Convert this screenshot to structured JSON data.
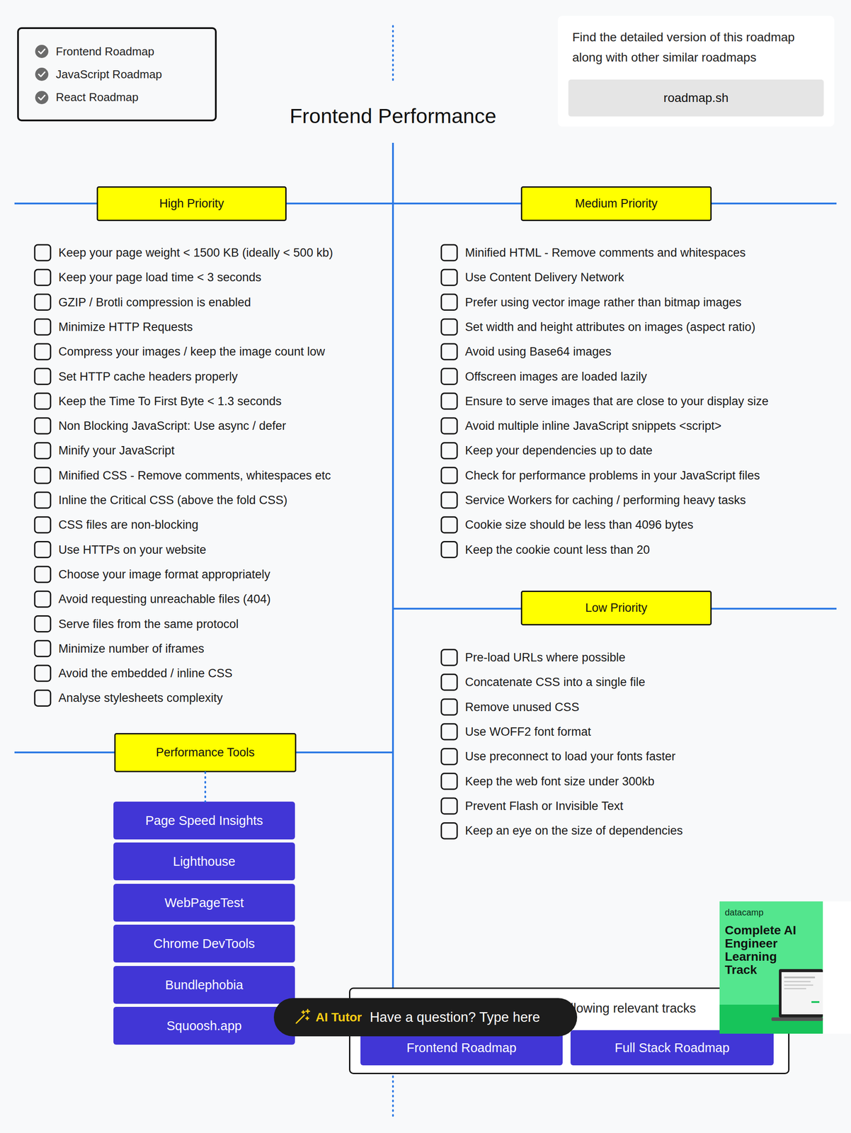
{
  "diagram": {
    "title": "Frontend Performance",
    "nodes": [
      {
        "text": [
          "Frontend Roadmap",
          "JavaScript Roadmap",
          "React Roadmap"
        ]
      },
      {
        "text": [
          "Find the detailed version of this roadmap along with other similar roadmaps"
        ]
      },
      {
        "text": [
          "roadmap.sh"
        ],
        "in": 1
      },
      {
        "text": [
          "High Priority"
        ]
      },
      {
        "text": [
          "Medium Priority"
        ]
      },
      {
        "text": [
          "Low Priority"
        ]
      },
      {
        "text": [
          "Performance Tools"
        ]
      },
      {
        "text": [
          "Page Speed Insights"
        ]
      },
      {
        "text": [
          "Lighthouse"
        ]
      },
      {
        "text": [
          "WebPageTest"
        ]
      },
      {
        "text": [
          "Chrome DevTools"
        ]
      },
      {
        "text": [
          "Bundlephobia"
        ]
      },
      {
        "text": [
          "Squoosh.app"
        ]
      },
      {
        "text": [
          "llowing relevant tracks"
        ]
      },
      {
        "text": [
          "Frontend Roadmap"
        ],
        "in": 13
      },
      {
        "text": [
          "Full Stack Roadmap"
        ],
        "in": 13
      },
      {
        "text": [
          "AI Tutor",
          "Have a question? Type here"
        ]
      },
      {
        "text": [
          "datacamp",
          "Complete AI Engineer Learning Track"
        ]
      }
    ],
    "edges": [
      {
        "from": 6,
        "to": 7,
        "arrow": "none"
      }
    ],
    "labels": [
      "Keep your page weight < 1500 KB (ideally < 500 kb)",
      "Keep your page load time < 3 seconds",
      "GZIP / Brotli compression is enabled",
      "Minimize HTTP Requests",
      "Compress your images / keep the image count low",
      "Set HTTP cache headers properly",
      "Keep the Time To First Byte < 1.3 seconds",
      "Non Blocking JavaScript: Use async / defer",
      "Minify your JavaScript",
      "Minified CSS - Remove comments, whitespaces etc",
      "Inline the Critical CSS (above the fold CSS)",
      "CSS files are non-blocking",
      "Use HTTPs on your website",
      "Choose your image format appropriately",
      "Avoid requesting unreachable files (404)",
      "Serve files from the same protocol",
      "Minimize number of iframes",
      "Avoid the embedded / inline CSS",
      "Analyse stylesheets complexity",
      "Minified HTML - Remove comments and whitespaces",
      "Use Content Delivery Network",
      "Prefer using vector image rather than bitmap images",
      "Set width and height attributes on images (aspect ratio)",
      "Avoid using Base64 images",
      "Offscreen images are loaded lazily",
      "Ensure to serve images that are close to your display size",
      "Avoid multiple inline JavaScript snippets <script>",
      "Keep your dependencies up to date",
      "Check for performance problems in your JavaScript files",
      "Service Workers for caching / performing heavy tasks",
      "Cookie size should be less than 4096 bytes",
      "Keep the cookie count less than 20",
      "Pre-load URLs where possible",
      "Concatenate CSS into a single file",
      "Remove unused CSS",
      "Use WOFF2 font format",
      "Use preconnect to load your fonts faster",
      "Keep the web font size under 300kb",
      "Prevent Flash or Invisible Text",
      "Keep an eye on the size of dependencies"
    ]
  }
}
